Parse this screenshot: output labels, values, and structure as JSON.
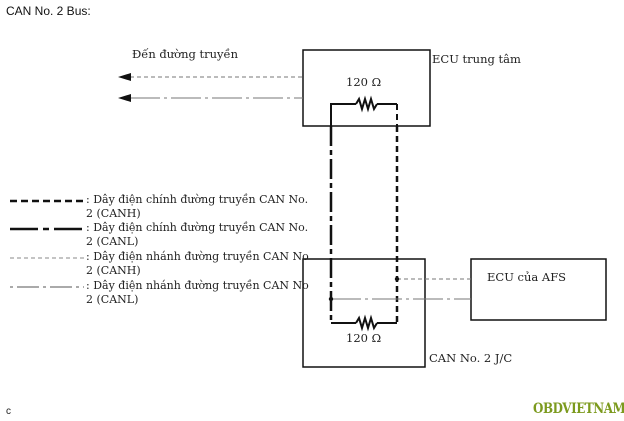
{
  "title": "CAN No. 2 Bus:",
  "diagram": {
    "to_bus_label": "Đến đường truyền",
    "ecu_main_label": "ECU trung tâm",
    "jc_label": "CAN No. 2 J/C",
    "afs_label": "ECU của AFS",
    "resistor_top": "120 Ω",
    "resistor_bottom": "120 Ω"
  },
  "legend": [
    {
      "style": "main-canh",
      "text": ": Dây điện chính đường truyền CAN No. 2 (CANH)"
    },
    {
      "style": "main-canl",
      "text": ": Dây điện chính đường truyền CAN No. 2 (CANL)"
    },
    {
      "style": "branch-canh",
      "text": ": Dây điện nhánh đường truyền CAN No 2 (CANH)"
    },
    {
      "style": "branch-canl",
      "text": ": Dây điện nhánh đường truyền CAN No 2 (CANL)"
    }
  ],
  "corner_label": "c",
  "watermark": "OBDVIETNAM",
  "colors": {
    "line": "#111111",
    "branch": "#777777",
    "watermark": "#7c9a1e"
  }
}
